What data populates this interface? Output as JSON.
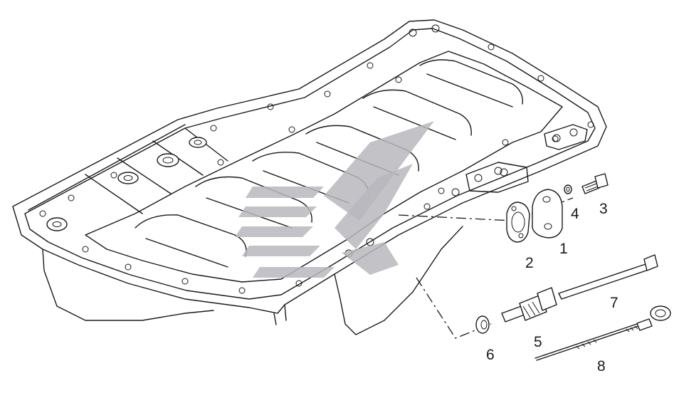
{
  "callouts": [
    {
      "id": "1",
      "text": "1"
    },
    {
      "id": "2",
      "text": "2"
    },
    {
      "id": "3",
      "text": "3"
    },
    {
      "id": "4",
      "text": "4"
    },
    {
      "id": "5",
      "text": "5"
    },
    {
      "id": "6",
      "text": "6"
    },
    {
      "id": "7",
      "text": "7"
    },
    {
      "id": "8",
      "text": "8"
    }
  ],
  "colors": {
    "line": "#1a1a1a",
    "watermark": "#b7b7bd",
    "background": "#ffffff"
  }
}
